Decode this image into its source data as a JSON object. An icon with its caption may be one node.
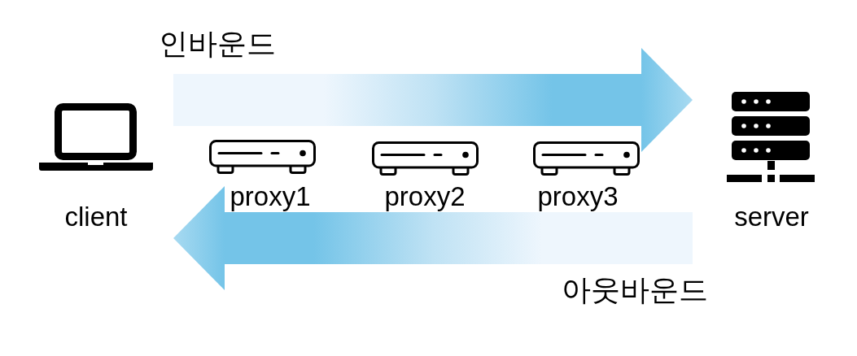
{
  "diagram": {
    "nodes": [
      {
        "text": [
          "client"
        ]
      },
      {
        "text": [
          "proxy1"
        ]
      },
      {
        "text": [
          "proxy2"
        ]
      },
      {
        "text": [
          "proxy3"
        ]
      },
      {
        "text": [
          "server"
        ]
      }
    ],
    "edges": [
      {
        "from": 0,
        "to": 4,
        "arrow": "to",
        "label": "인바운드"
      },
      {
        "from": 4,
        "to": 0,
        "arrow": "to",
        "label": "아웃바운드"
      }
    ]
  }
}
